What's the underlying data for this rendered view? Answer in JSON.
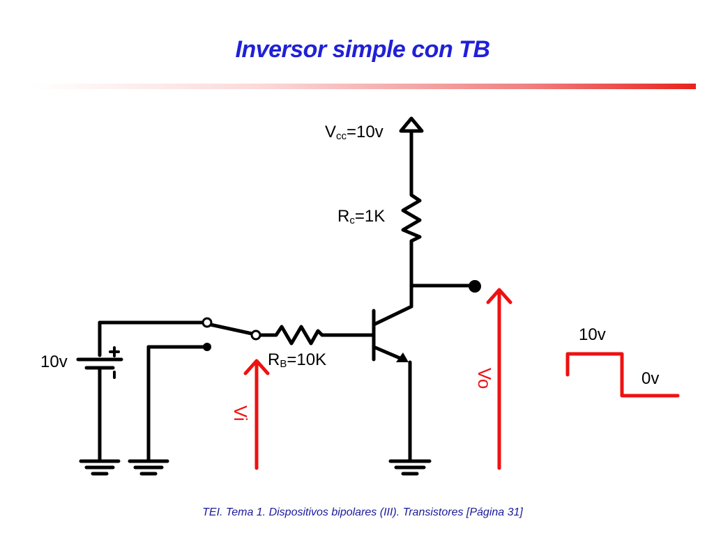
{
  "title": "Inversor simple con TB",
  "footer": "TEI. Tema 1. Dispositivos bipolares (III). Transistores [Página 31]",
  "labels": {
    "vcc_main": "V",
    "vcc_sub": "cc",
    "vcc_val": "=10v",
    "rc_main": "R",
    "rc_sub": "c",
    "rc_val": "=1K",
    "rb_main": "R",
    "rb_sub": "B",
    "rb_val": "=10K",
    "battery": "10v",
    "vi": "Vi",
    "vo": "Vo",
    "wave_high": "10v",
    "wave_low": "0v"
  },
  "colors": {
    "title": "#2020d8",
    "circuit": "#000000",
    "signal": "#ee1111",
    "footer": "#1a1a9a"
  }
}
